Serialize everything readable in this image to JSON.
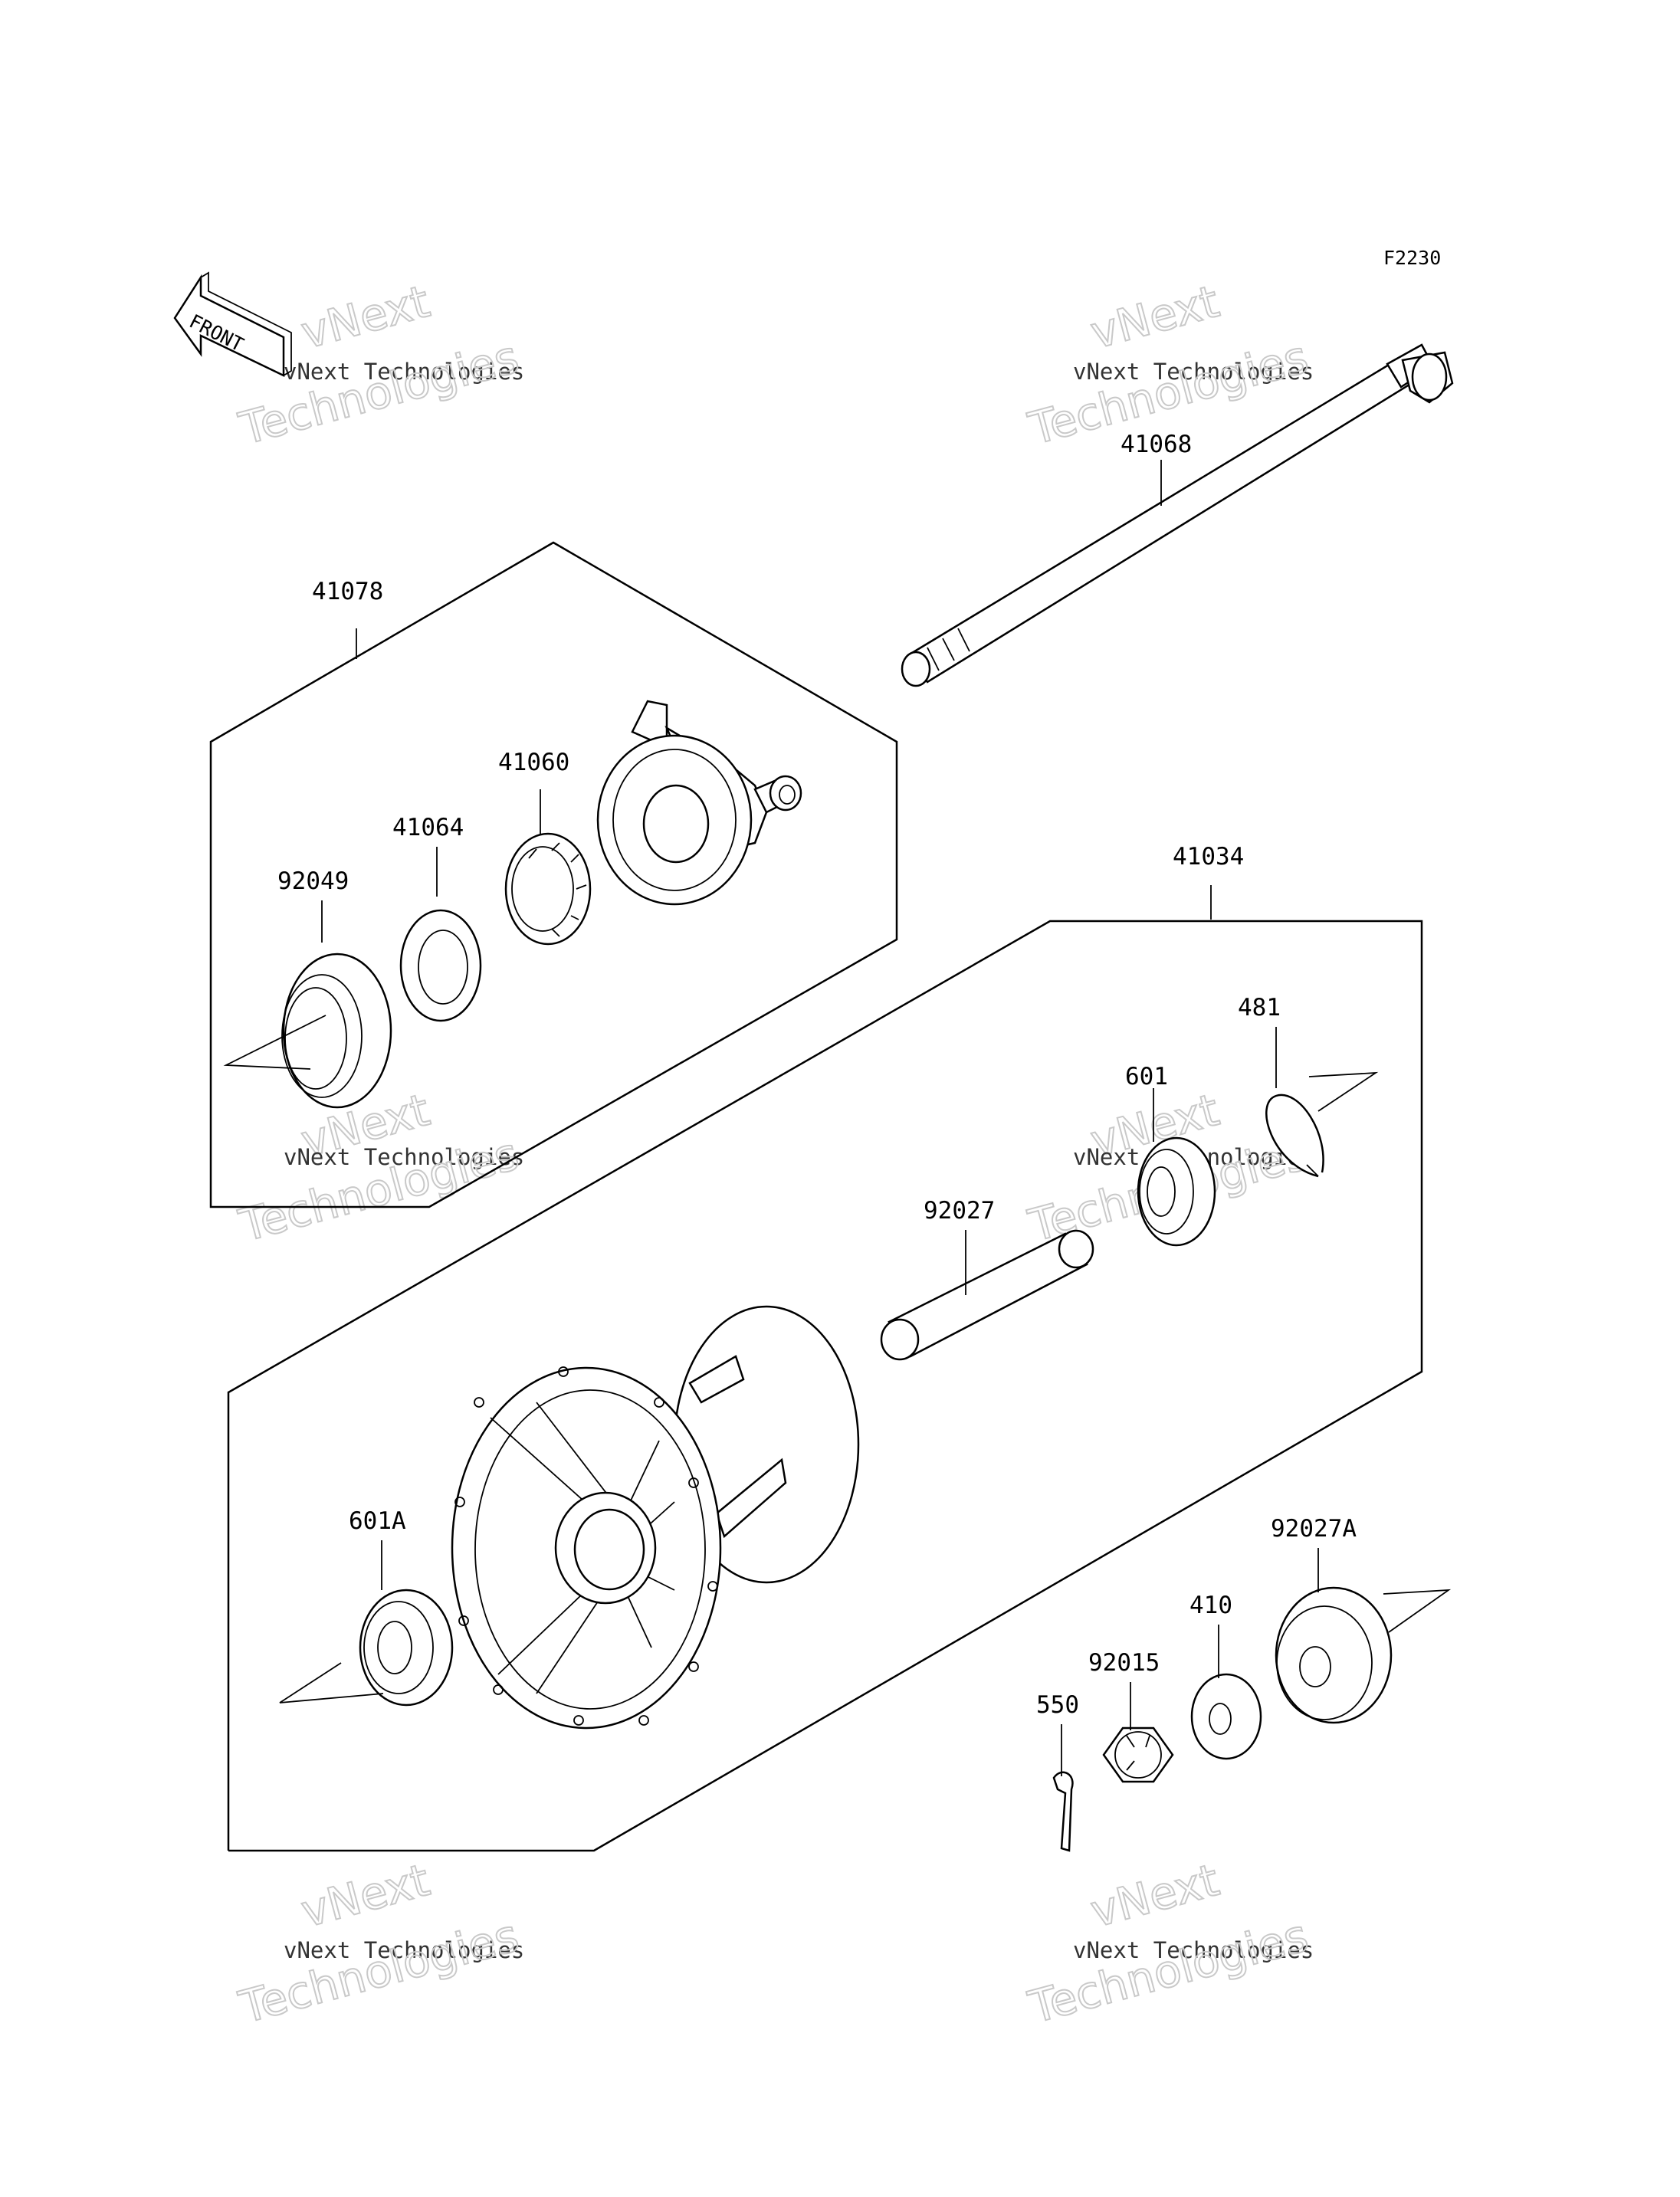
{
  "diagram_code": "F2230",
  "front_label": "FRONT",
  "watermark": {
    "line1": "vNext",
    "line2": "vNext Technologies",
    "line3": "Technologies"
  },
  "parts": {
    "axle": "41068",
    "gear_housing_assy": "41078",
    "gear": "41060",
    "washer_plate": "41064",
    "oil_seal": "92049",
    "hub": "41034",
    "circlip": "481",
    "bearing": "601",
    "spacer": "92027",
    "bearing_left": "601A",
    "collar": "92027A",
    "washer": "410",
    "nut": "92015",
    "cotter_pin": "550"
  }
}
